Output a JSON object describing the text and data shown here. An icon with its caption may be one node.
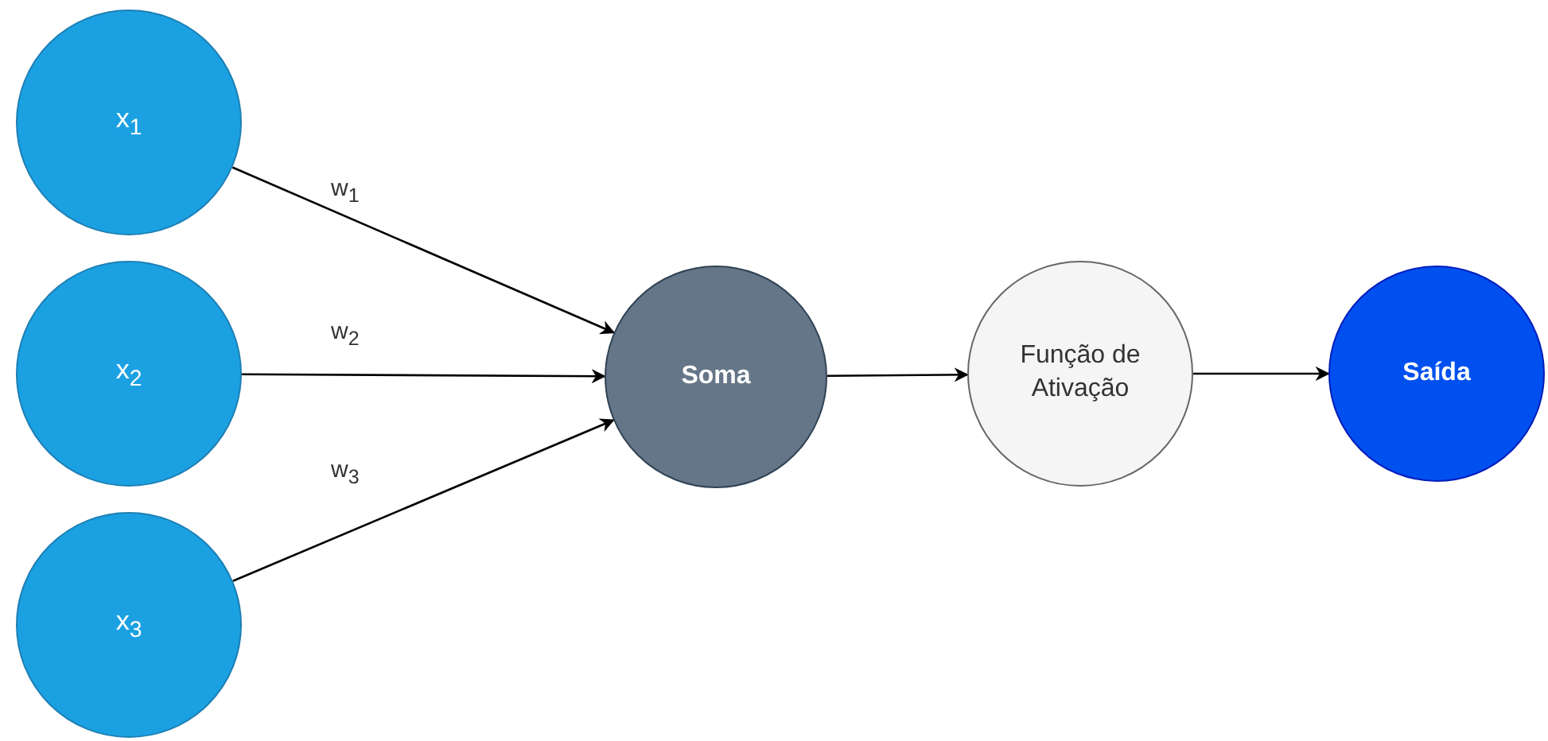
{
  "diagram": {
    "nodes": [
      {
        "text": [
          "x$_{1}$"
        ]
      },
      {
        "text": [
          "x$_{2}$"
        ]
      },
      {
        "text": [
          "x$_{3}$"
        ]
      },
      {
        "text": [
          "Soma"
        ]
      },
      {
        "text": [
          "Função de Ativação"
        ]
      },
      {
        "text": [
          "Saída"
        ]
      }
    ],
    "edges": [
      {
        "from": 0,
        "to": 3,
        "arrow": "to",
        "label": "w$_{1}$"
      },
      {
        "from": 1,
        "to": 3,
        "arrow": "to",
        "label": "w$_{2}$"
      },
      {
        "from": 2,
        "to": 3,
        "arrow": "to",
        "label": "w$_{3}$"
      },
      {
        "from": 3,
        "to": 4,
        "arrow": "to"
      },
      {
        "from": 4,
        "to": 5,
        "arrow": "to"
      }
    ]
  }
}
